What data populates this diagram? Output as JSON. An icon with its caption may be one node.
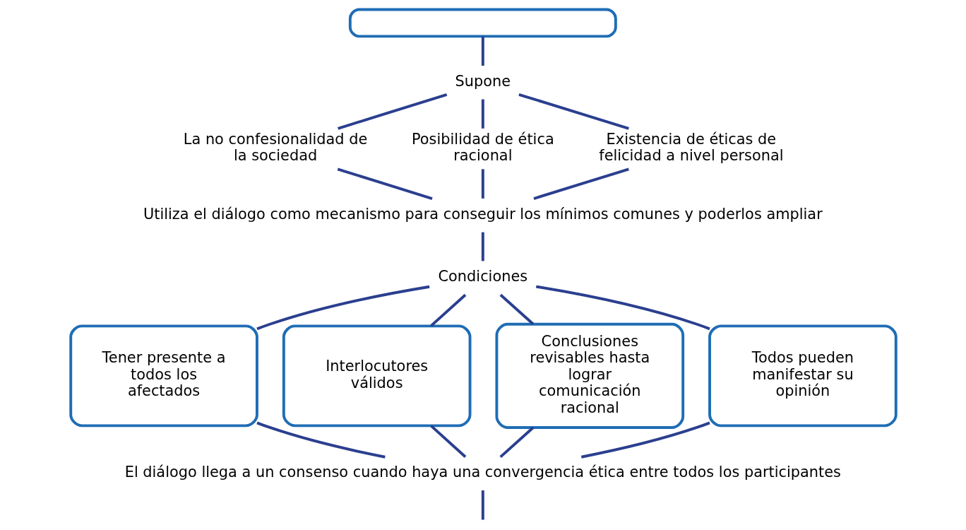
{
  "diagram": {
    "nodes": [
      {
        "text": [],
        "shape": "box"
      },
      {
        "text": [
          "Supone"
        ]
      },
      {
        "text": [
          "La no confesionalidad de la sociedad"
        ]
      },
      {
        "text": [
          "Posibilidad de ética racional"
        ]
      },
      {
        "text": [
          "Existencia de éticas de felicidad a nivel personal"
        ]
      },
      {
        "text": [
          "Utiliza el diálogo como mecanismo para conseguir los mínimos comunes y poderlos ampliar"
        ]
      },
      {
        "text": [
          "Condiciones"
        ]
      },
      {
        "text": [
          "Tener presente a todos los afectados"
        ]
      },
      {
        "text": [
          "Interlocutores válidos"
        ]
      },
      {
        "text": [
          "Conclusiones revisables hasta lograr comunicación racional"
        ]
      },
      {
        "text": [
          "Todos pueden manifestar su opinión"
        ]
      },
      {
        "text": [
          "El diálogo llega a un consenso cuando haya una convergencia ética entre todos los participantes"
        ]
      }
    ],
    "edges": [
      {
        "from": 0,
        "to": 1,
        "arrow": "none"
      },
      {
        "from": 1,
        "to": 2,
        "arrow": "none"
      },
      {
        "from": 1,
        "to": 3,
        "arrow": "none"
      },
      {
        "from": 1,
        "to": 4,
        "arrow": "none"
      },
      {
        "from": 2,
        "to": 5,
        "arrow": "none"
      },
      {
        "from": 3,
        "to": 5,
        "arrow": "none"
      },
      {
        "from": 4,
        "to": 5,
        "arrow": "none"
      },
      {
        "from": 5,
        "to": 6,
        "arrow": "none"
      },
      {
        "from": 6,
        "to": 7,
        "arrow": "none"
      },
      {
        "from": 6,
        "to": 8,
        "arrow": "none"
      },
      {
        "from": 6,
        "to": 9,
        "arrow": "none"
      },
      {
        "from": 6,
        "to": 10,
        "arrow": "none"
      },
      {
        "from": 7,
        "to": 11,
        "arrow": "none"
      },
      {
        "from": 8,
        "to": 11,
        "arrow": "none"
      },
      {
        "from": 9,
        "to": 11,
        "arrow": "none"
      },
      {
        "from": 10,
        "to": 11,
        "arrow": "none"
      },
      {
        "from": 11,
        "to": null,
        "arrow": "none"
      }
    ]
  }
}
